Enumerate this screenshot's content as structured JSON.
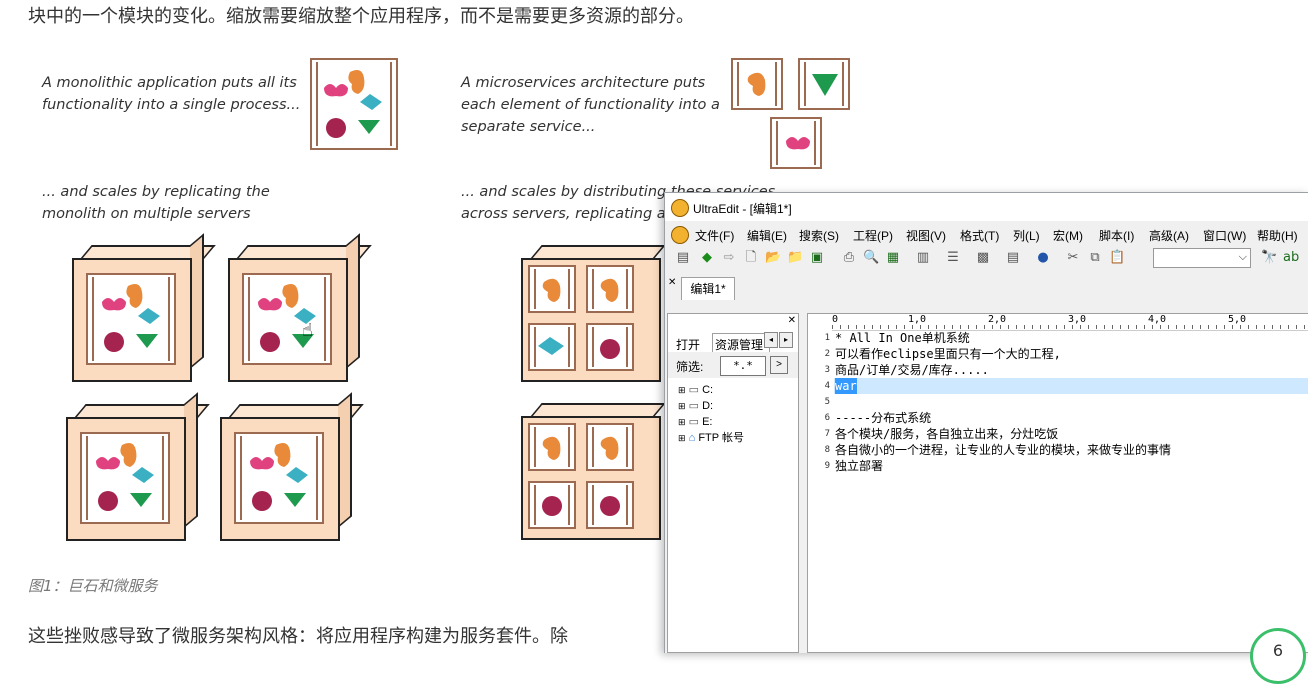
{
  "article": {
    "top_line": "块中的一个模块的变化。缩放需要缩放整个应用程序，而不是需要更多资源的部分。",
    "mono_caption_1": "A monolithic application puts all its",
    "mono_caption_2": "functionality into a single process...",
    "micro_caption_1": "A microservices architecture puts",
    "micro_caption_2": "each element of functionality into a",
    "micro_caption_3": "separate service...",
    "mono_scale_1": "... and scales by replicating the",
    "mono_scale_2": "monolith on multiple servers",
    "micro_scale_1": "... and scales by distributing these services",
    "micro_scale_2": "across servers, replicating as n",
    "figure_caption": "图1：巨石和微服务",
    "bottom_line": "这些挫败感导致了微服务架构风格：将应用程序构建为服务套件。除"
  },
  "colors": {
    "frame": "#9b6a50",
    "pink": "#e0427f",
    "orange": "#e88a3a",
    "teal": "#3ab0c2",
    "maroon": "#a5244f",
    "green": "#1e9a4e",
    "selection": "#3399ff"
  },
  "ultraedit": {
    "title": "UltraEdit - [编辑1*]",
    "menu": [
      "文件(F)",
      "编辑(E)",
      "搜索(S)",
      "工程(P)",
      "视图(V)",
      "格式(T)",
      "列(L)",
      "宏(M)",
      "脚本(I)",
      "高级(A)",
      "窗口(W)",
      "帮助(H)"
    ],
    "tab": "编辑1*",
    "panel": {
      "tab_open": "打开",
      "tab_explorer": "资源管理",
      "filter_label": "筛选:",
      "filter_value": "*.*",
      "drives": [
        "C:",
        "D:",
        "E:",
        "FTP 帐号"
      ]
    },
    "ruler_marks": [
      "0",
      "1,0",
      "2,0",
      "3,0",
      "4,0",
      "5,0"
    ],
    "lines": [
      "* All In One单机系统",
      "可以看作eclipse里面只有一个大的工程,",
      "商品/订单/交易/库存.....",
      "war",
      "",
      "-----分布式系统",
      "各个模块/服务，各自独立出来，分灶吃饭",
      "各自微小的一个进程，让专业的人专业的模块，来做专业的事情",
      "独立部署"
    ],
    "line_numbers": [
      "1",
      "2",
      "3",
      "4",
      "5",
      "6",
      "7",
      "8",
      "9"
    ],
    "selected_line": 4
  },
  "badge": "6"
}
